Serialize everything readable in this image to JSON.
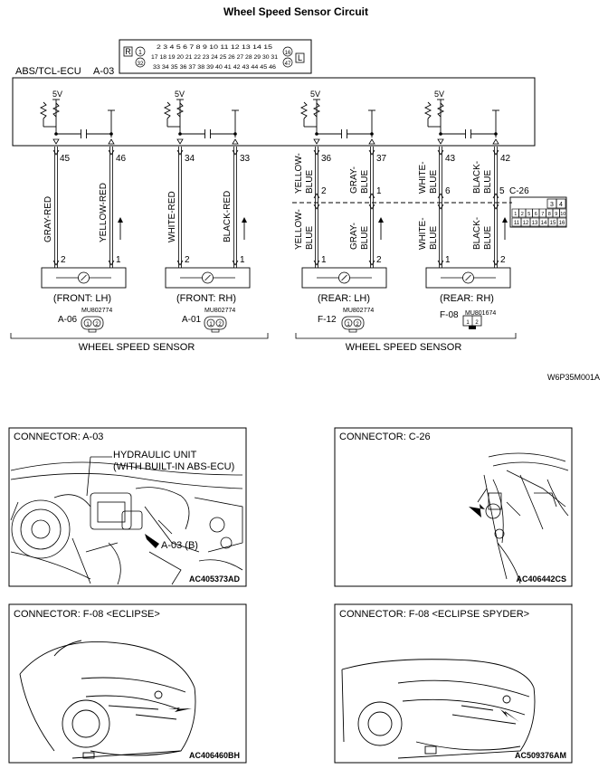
{
  "title": "Wheel Speed Sensor Circuit",
  "ecu": {
    "label": "ABS/TCL-ECU",
    "connector": "A-03",
    "connector_face": {
      "left_letter": "R",
      "right_letter": "L",
      "left_numbers": [
        "1",
        "32"
      ],
      "right_numbers": [
        "16",
        "47"
      ],
      "top_row": "2 3 4 5 6 7 8 9 10 11 12 13 14 15",
      "mid_row": "17 18 19 20 21 22 23 24 25 26 27 28 29 30 31",
      "bottom_row": "33 34 35 36 37 38 39 40 41 42 43 44 45 46"
    },
    "voltage": "5V"
  },
  "pins": {
    "front_lh": [
      "45",
      "46"
    ],
    "front_rh": [
      "34",
      "33"
    ],
    "rear_lh": [
      "36",
      "37"
    ],
    "rear_rh": [
      "43",
      "42"
    ]
  },
  "wires": {
    "front_lh": [
      "GRAY-RED",
      "YELLOW-RED"
    ],
    "front_rh": [
      "WHITE-RED",
      "BLACK-RED"
    ],
    "rear_lh_upper": [
      "YELLOW-BLUE",
      "GRAY-BLUE"
    ],
    "rear_lh_lower": [
      "YELLOW-BLUE",
      "GRAY-BLUE"
    ],
    "rear_rh_upper": [
      "WHITE-BLUE",
      "BLACK-BLUE"
    ],
    "rear_rh_lower": [
      "WHITE-BLUE",
      "BLACK-BLUE"
    ]
  },
  "joint": {
    "connector": "C-26",
    "pins_upper": [
      "2",
      "1",
      "6",
      "5"
    ],
    "grid_top": [
      "3",
      "4"
    ],
    "grid_mid": [
      "1",
      "2",
      "5",
      "6",
      "7",
      "8",
      "9",
      "10"
    ],
    "grid_bot": [
      "11",
      "12",
      "13",
      "14",
      "15",
      "16"
    ]
  },
  "sensor_pins": [
    "2",
    "1"
  ],
  "sensors": [
    {
      "label": "(FRONT: LH)",
      "connector": "A-06",
      "part": "MU802774"
    },
    {
      "label": "(FRONT: RH)",
      "connector": "A-01",
      "part": "MU802774"
    },
    {
      "label": "(REAR: LH)",
      "connector": "F-12",
      "part": "MU802774"
    },
    {
      "label": "(REAR: RH)",
      "connector": "F-08",
      "part": "MU801674"
    }
  ],
  "sensor_group_label": "WHEEL SPEED SENSOR",
  "figure_code": "W6P35M001A",
  "panels": [
    {
      "title": "CONNECTOR: A-03",
      "code": "AC405373AD",
      "callout_1": "HYDRAULIC UNIT",
      "callout_2": "(WITH BUILT-IN ABS-ECU)",
      "callout_3": "A-03 (B)"
    },
    {
      "title": "CONNECTOR: C-26",
      "code": "AC406442CS"
    },
    {
      "title": "CONNECTOR: F-08 <ECLIPSE>",
      "code": "AC406460BH"
    },
    {
      "title": "CONNECTOR: F-08 <ECLIPSE SPYDER>",
      "code": "AC509376AM"
    }
  ]
}
